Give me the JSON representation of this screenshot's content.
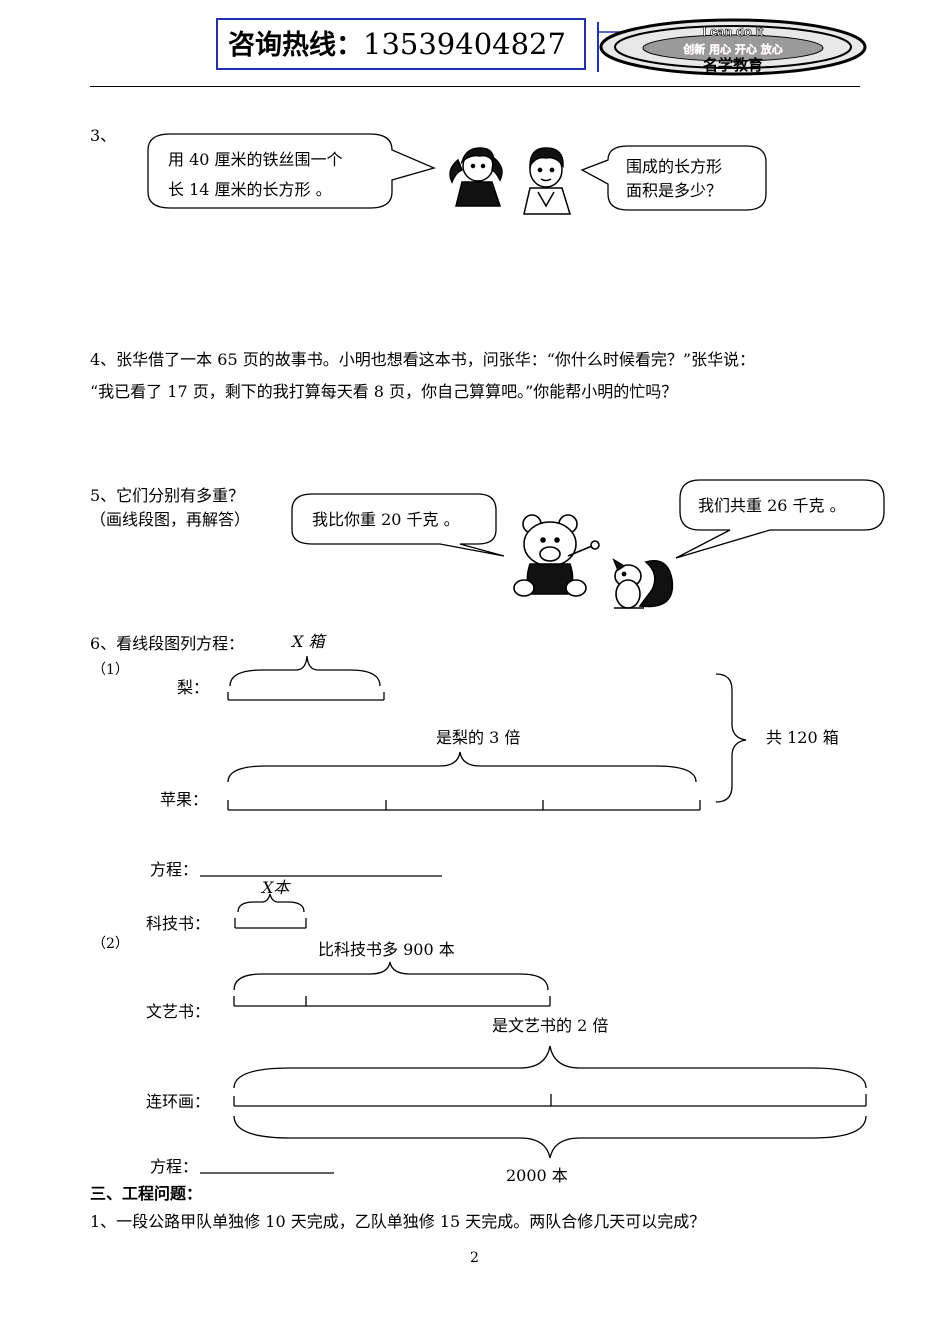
{
  "header": {
    "hotline_label": "咨询热线：",
    "hotline_number": "13539404827",
    "logo_top": "I can do it",
    "logo_middle": "创新 用心 开心 放心",
    "logo_bottom": "名学教育"
  },
  "q3": {
    "number": "3、",
    "bubble_left": [
      "用 40 厘米的铁丝围一个",
      "长 14 厘米的长方形 。"
    ],
    "bubble_right": [
      "围成的长方形",
      "面积是多少？"
    ]
  },
  "q4": {
    "line1": "4、张华借了一本 65 页的故事书。小明也想看这本书，问张华：“你什么时候看完？”张华说：",
    "line2": "“我已看了 17 页，剩下的我打算每天看 8 页，你自己算算吧。”你能帮小明的忙吗？"
  },
  "q5": {
    "title": "5、它们分别有多重？",
    "hint": "（画线段图，再解答）",
    "bubble_bear": "我比你重 20 千克 。",
    "bubble_squirrel": "我们共重 26 千克 。"
  },
  "q6": {
    "title": "6、看线段图列方程：",
    "part1": {
      "label": "（1）",
      "x_label": "X 箱",
      "pear_label": "梨：",
      "apple_label": "苹果：",
      "times_label": "是梨的 3 倍",
      "total_label": "共 120 箱",
      "equation_label": "方程："
    },
    "part2": {
      "label": "（2）",
      "x_label": "X本",
      "science_label": "科技书：",
      "more_label": "比科技书多 900 本",
      "literature_label": "文艺书：",
      "double_label": "是文艺书的 2 倍",
      "comic_label": "连环画：",
      "total_label": "2000 本",
      "equation_label": "方程："
    }
  },
  "section3": {
    "title": "三、工程问题：",
    "q1": "1、一段公路甲队单独修 10 天完成，乙队单独修 15 天完成。两队合修几天可以完成？"
  },
  "page_number": "2"
}
